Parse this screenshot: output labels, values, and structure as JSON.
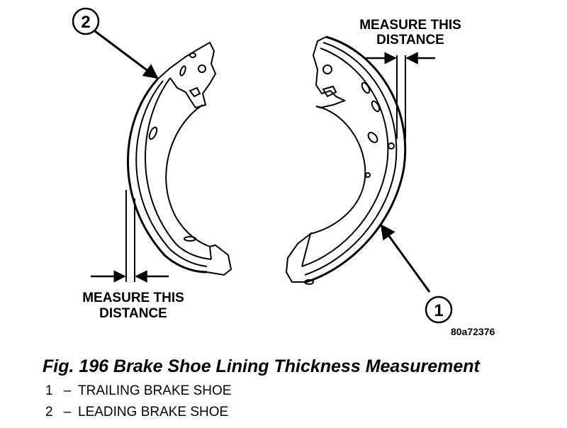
{
  "callouts": [
    {
      "number": "1"
    },
    {
      "number": "2"
    }
  ],
  "measure_labels": [
    {
      "line1": "MEASURE THIS",
      "line2": "DISTANCE"
    },
    {
      "line1": "MEASURE THIS",
      "line2": "DISTANCE"
    }
  ],
  "figure_code": "80a72376",
  "caption": "Fig. 196 Brake Shoe Lining Thickness Measurement",
  "legend": [
    {
      "number": "1",
      "separator": "–",
      "text": "TRAILING BRAKE SHOE"
    },
    {
      "number": "2",
      "separator": "–",
      "text": "LEADING BRAKE SHOE"
    }
  ]
}
